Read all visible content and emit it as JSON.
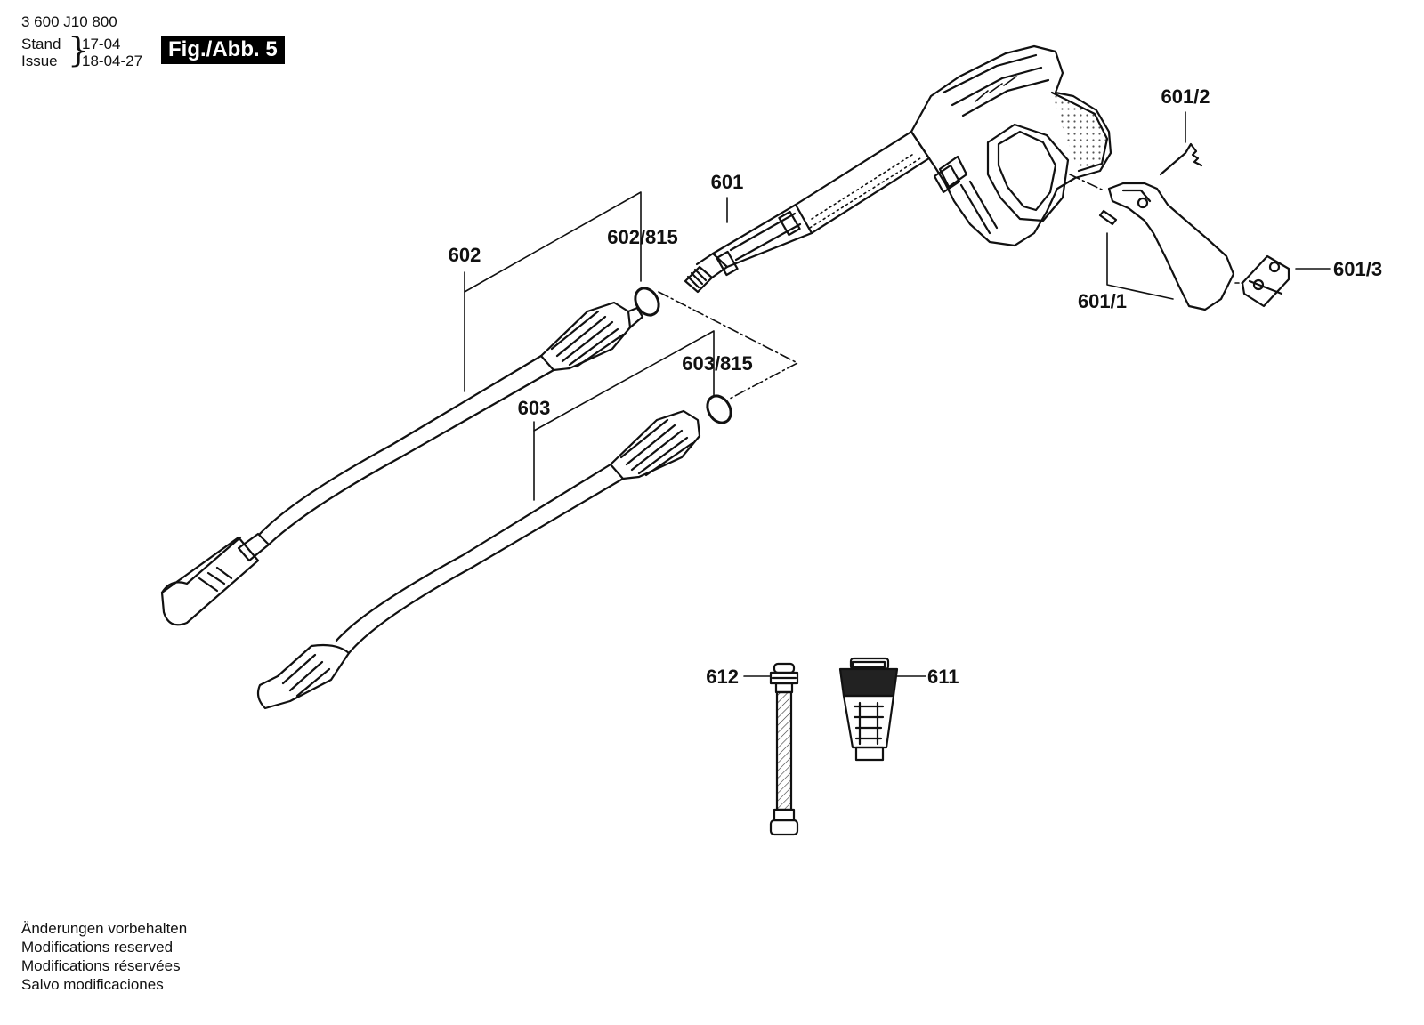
{
  "header": {
    "doc_number": "3 600 J10 800",
    "stand_label": "Stand",
    "issue_label": "Issue",
    "stand_date": "17-04",
    "issue_date": "18-04-27",
    "figure": "Fig./Abb. 5"
  },
  "parts": {
    "p601": "601",
    "p601_1": "601/1",
    "p601_2": "601/2",
    "p601_3": "601/3",
    "p602": "602",
    "p602_815": "602/815",
    "p603": "603",
    "p603_815": "603/815",
    "p611": "611",
    "p612": "612"
  },
  "notes": [
    "Änderungen vorbehalten",
    "Modifications reserved",
    "Modifications réservées",
    "Salvo modificaciones"
  ]
}
